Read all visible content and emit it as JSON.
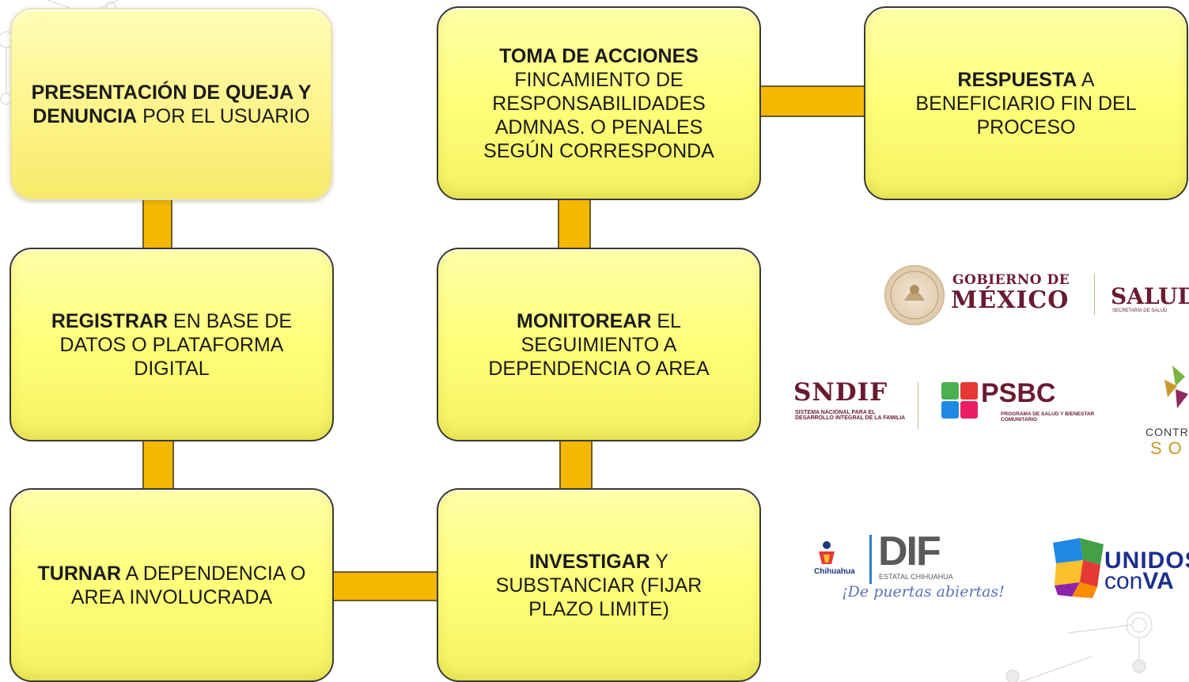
{
  "flow": {
    "presentacion": {
      "bold": "PRESENTACIÓN DE QUEJA Y DENUNCIA",
      "rest": " POR EL USUARIO"
    },
    "registrar": {
      "bold": "REGISTRAR",
      "rest": " EN BASE DE DATOS O PLATAFORMA DIGITAL"
    },
    "turnar": {
      "bold": "TURNAR",
      "rest": " A DEPENDENCIA O AREA INVOLUCRADA"
    },
    "investigar": {
      "bold": "INVESTIGAR",
      "rest": " Y SUBSTANCIAR (FIJAR PLAZO LIMITE)"
    },
    "monitorear": {
      "bold": "MONITOREAR",
      "rest": " EL SEGUIMIENTO A DEPENDENCIA O AREA"
    },
    "toma": {
      "bold": "TOMA DE ACCIONES",
      "rest": " FINCAMIENTO DE RESPONSABILIDADES ADMNAS. O PENALES SEGÚN CORRESPONDA"
    },
    "respuesta": {
      "bold": "RESPUESTA",
      "rest": " A BENEFICIARIO FIN DEL PROCESO"
    }
  },
  "logos": {
    "gobierno_line1": "GOBIERNO DE",
    "gobierno_line2": "MÉXICO",
    "salud": "SALUD",
    "salud_sub": "SECRETARÍA DE SALUD",
    "sndif": "SNDIF",
    "sndif_sub": "SISTEMA NACIONAL PARA EL DESARROLLO INTEGRAL DE LA FAMILIA",
    "psbc": "PSBC",
    "psbc_sub": "PROGRAMA DE SALUD Y BIENESTAR COMUNITARIO",
    "contraloria_line1": "CONTR",
    "contraloria_line2": "SOC",
    "dif_chihuahua_small": "Chihuahua",
    "dif": "DIF",
    "dif_sub": "ESTATAL CHIHUAHUA",
    "dif_tagline": "¡De puertas abiertas!",
    "unidos_line1": "UNIDOS",
    "unidos_line2a": "con",
    "unidos_line2b": "VA"
  },
  "colors": {
    "box_fill": "#ffff7a",
    "connector": "#f5b800",
    "brand_guinda": "#6a1b31",
    "unidos_blue": "#1c2f8f"
  }
}
